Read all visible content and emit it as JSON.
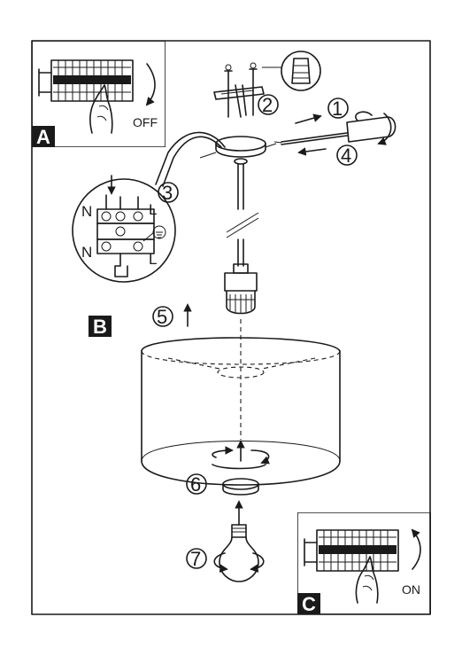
{
  "panels": {
    "a": {
      "letter": "A",
      "switch_label": "OFF"
    },
    "b": {
      "letter": "B"
    },
    "c": {
      "letter": "C",
      "switch_label": "ON"
    }
  },
  "steps": [
    "1",
    "2",
    "3",
    "4",
    "5",
    "6",
    "7"
  ],
  "wiring": {
    "neutral": "N",
    "live": "L"
  }
}
